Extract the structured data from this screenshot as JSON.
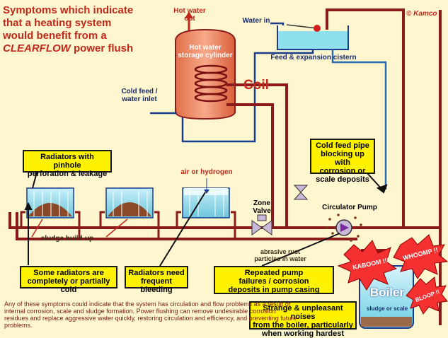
{
  "title": {
    "line1": "Symptoms which indicate",
    "line2": "that a heating system",
    "line3": "would benefit from a",
    "brand": "CLEARFLOW",
    "line4_suffix": " power flush"
  },
  "copyright": "© Kamco",
  "labels": {
    "hot_water_out": "Hot water\nout",
    "cylinder": "Hot water\nstorage cylinder",
    "coil": "Coil",
    "cold_feed": "Cold feed /\nwater inlet",
    "water_in": "Water in",
    "cistern": "Feed & expansion cistern",
    "air": "air or hydrogen",
    "zone_valve": "Zone\nValve",
    "pump": "Circulator Pump",
    "sludge_buildup": "sludge build-up",
    "abrasive": "abrasive rust\nparticles in water",
    "boiler": "Boiler",
    "boiler_sub": "sludge or scale",
    "kaboom": "KABOOM !!!",
    "whoomp": "WHOOMP !!",
    "bloop": "BLOOP !!"
  },
  "callouts": {
    "pinhole": "Radiators with pinhole\nperforation & leakage",
    "cold_feed_pipe": "Cold feed pipe\nblocking up with\ncorrosion or\nscale deposits",
    "cold_radiators": "Some radiators are\ncompletely or partially cold",
    "bleeding": "Radiators need\nfrequent bleeding",
    "pump_failures": "Repeated pump\nfailures / corrosion\ndeposits in pump casing",
    "noises": "Strange & unpleasant noises\nfrom the boiler, particularly\nwhen working hardest"
  },
  "footer": "Any of these symptoms could indicate that the system has circulation and flow problems as a result of internal corrosion, scale and sludge formation.  Power flushing can remove undesirable corrosion residues and replace aggressive water quickly, restoring circulation and efficiency, and preventing future problems.",
  "colors": {
    "background": "#fdf6cf",
    "pipe": "#8b1a1a",
    "callout_fill": "#fff200",
    "title": "#c2281b",
    "water": "#7fd6e8",
    "sludge": "#8a4a2a"
  }
}
